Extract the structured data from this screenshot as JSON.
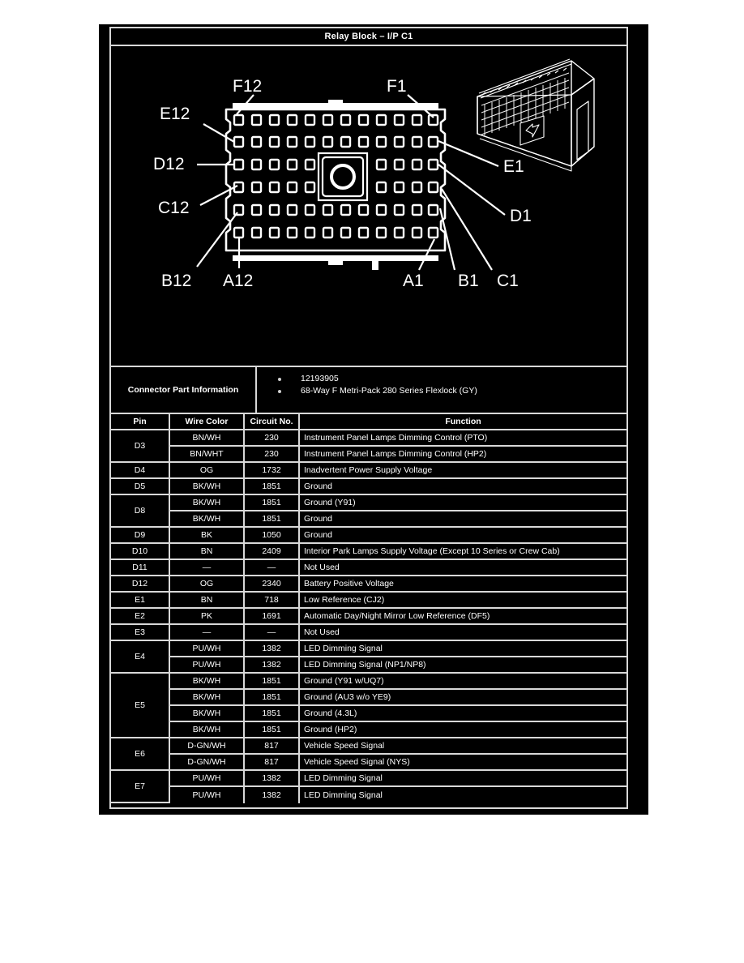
{
  "document": {
    "title": "Relay Block – I/P C1"
  },
  "diagram": {
    "callouts": [
      {
        "label": "F12"
      },
      {
        "label": "F1"
      },
      {
        "label": "E12"
      },
      {
        "label": "E1"
      },
      {
        "label": "D12"
      },
      {
        "label": "D1"
      },
      {
        "label": "C12"
      },
      {
        "label": "C1"
      },
      {
        "label": "B12"
      },
      {
        "label": "B1"
      },
      {
        "label": "A12"
      },
      {
        "label": "A1"
      }
    ],
    "grid": {
      "rows": 6,
      "columns": 12
    }
  },
  "connector_part_information": {
    "label": "Connector Part Information",
    "items": [
      "12193905",
      "68-Way F Metri-Pack 280 Series Flexlock (GY)"
    ]
  },
  "pin_table": {
    "headers": {
      "pin": "Pin",
      "wire_color": "Wire Color",
      "circuit_no": "Circuit No.",
      "function": "Function"
    },
    "rows": [
      {
        "pin": "D3",
        "span": 2,
        "wire_color": "BN/WH",
        "circuit_no": "230",
        "function": "Instrument Panel Lamps Dimming Control (PTO)"
      },
      {
        "pin": null,
        "wire_color": "BN/WHT",
        "circuit_no": "230",
        "function": "Instrument Panel Lamps Dimming Control (HP2)"
      },
      {
        "pin": "D4",
        "span": 1,
        "wire_color": "OG",
        "circuit_no": "1732",
        "function": "Inadvertent Power Supply Voltage"
      },
      {
        "pin": "D5",
        "span": 1,
        "wire_color": "BK/WH",
        "circuit_no": "1851",
        "function": "Ground"
      },
      {
        "pin": "D8",
        "span": 2,
        "wire_color": "BK/WH",
        "circuit_no": "1851",
        "function": "Ground (Y91)"
      },
      {
        "pin": null,
        "wire_color": "BK/WH",
        "circuit_no": "1851",
        "function": "Ground"
      },
      {
        "pin": "D9",
        "span": 1,
        "wire_color": "BK",
        "circuit_no": "1050",
        "function": "Ground"
      },
      {
        "pin": "D10",
        "span": 1,
        "wire_color": "BN",
        "circuit_no": "2409",
        "function": "Interior Park Lamps Supply Voltage (Except 10 Series or Crew Cab)"
      },
      {
        "pin": "D11",
        "span": 1,
        "wire_color": "—",
        "circuit_no": "—",
        "function": "Not Used"
      },
      {
        "pin": "D12",
        "span": 1,
        "wire_color": "OG",
        "circuit_no": "2340",
        "function": "Battery Positive Voltage"
      },
      {
        "pin": "E1",
        "span": 1,
        "wire_color": "BN",
        "circuit_no": "718",
        "function": "Low Reference (CJ2)"
      },
      {
        "pin": "E2",
        "span": 1,
        "wire_color": "PK",
        "circuit_no": "1691",
        "function": "Automatic Day/Night Mirror Low Reference (DF5)"
      },
      {
        "pin": "E3",
        "span": 1,
        "wire_color": "—",
        "circuit_no": "—",
        "function": "Not Used"
      },
      {
        "pin": "E4",
        "span": 2,
        "wire_color": "PU/WH",
        "circuit_no": "1382",
        "function": "LED Dimming Signal"
      },
      {
        "pin": null,
        "wire_color": "PU/WH",
        "circuit_no": "1382",
        "function": "LED Dimming Signal (NP1/NP8)"
      },
      {
        "pin": "E5",
        "span": 4,
        "wire_color": "BK/WH",
        "circuit_no": "1851",
        "function": "Ground (Y91 w/UQ7)"
      },
      {
        "pin": null,
        "wire_color": "BK/WH",
        "circuit_no": "1851",
        "function": "Ground (AU3 w/o YE9)"
      },
      {
        "pin": null,
        "wire_color": "BK/WH",
        "circuit_no": "1851",
        "function": "Ground (4.3L)"
      },
      {
        "pin": null,
        "wire_color": "BK/WH",
        "circuit_no": "1851",
        "function": "Ground (HP2)"
      },
      {
        "pin": "E6",
        "span": 2,
        "wire_color": "D-GN/WH",
        "circuit_no": "817",
        "function": "Vehicle Speed Signal"
      },
      {
        "pin": null,
        "wire_color": "D-GN/WH",
        "circuit_no": "817",
        "function": "Vehicle Speed Signal (NYS)"
      },
      {
        "pin": "E7",
        "span": 2,
        "wire_color": "PU/WH",
        "circuit_no": "1382",
        "function": "LED Dimming Signal"
      },
      {
        "pin": null,
        "wire_color": "PU/WH",
        "circuit_no": "1382",
        "function": "LED Dimming Signal"
      }
    ]
  },
  "colors": {
    "page_background": "#ffffff",
    "panel_background": "#000000",
    "line": "#d8d8d8",
    "text": "#ffffff"
  }
}
